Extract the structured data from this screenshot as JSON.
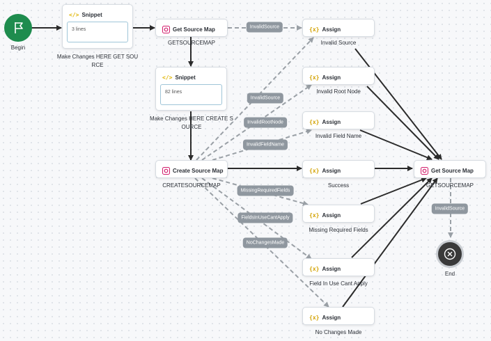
{
  "nodes": {
    "begin": {
      "label": "Begin"
    },
    "snippet1": {
      "title": "Snippet",
      "content": "3 lines",
      "caption_line1": "Make Changes HERE GET SOU",
      "caption_line2": "RCE"
    },
    "get_source_map": {
      "title": "Get Source Map",
      "caption": "GETSOURCEMAP"
    },
    "assign_invalid_source": {
      "title": "Assign",
      "caption": "Invalid Source"
    },
    "assign_invalid_root": {
      "title": "Assign",
      "caption": "Invalid Root Node"
    },
    "snippet2": {
      "title": "Snippet",
      "content": "82 lines",
      "caption_line1": "Make Changes HERE CREATE S",
      "caption_line2": "OURCE"
    },
    "assign_invalid_field": {
      "title": "Assign",
      "caption": "Invalid Field Name"
    },
    "create_source_map": {
      "title": "Create Source Map",
      "caption": "CREATESOURCEMAP"
    },
    "assign_success": {
      "title": "Assign",
      "caption": "Success"
    },
    "get_source_map2": {
      "title": "Get Source Map",
      "caption": "GETSOURCEMAP"
    },
    "assign_missing": {
      "title": "Assign",
      "caption": "Missing Required Fields"
    },
    "assign_cant_apply": {
      "title": "Assign",
      "caption": "Field In Use Cant Apply"
    },
    "assign_no_changes": {
      "title": "Assign",
      "caption": "No Changes Made"
    },
    "end": {
      "label": "End"
    }
  },
  "edge_labels": {
    "invalid_source_top": "InvalidSource",
    "invalid_source_2": "InvalidSource",
    "invalid_root_node": "InvalidRootNode",
    "invalid_field_name": "InvalidFieldName",
    "missing_required": "MissingRequiredFields",
    "fields_in_use": "FieldsInUseCantApply",
    "no_changes": "NoChangesMade",
    "invalid_source_end": "InvalidSource"
  },
  "colors": {
    "begin": "#1e8c4e",
    "end": "#3a3a3a",
    "edge": "#2b2b2b",
    "fault_edge": "#9aa0a6",
    "pill": "#8f979f"
  }
}
